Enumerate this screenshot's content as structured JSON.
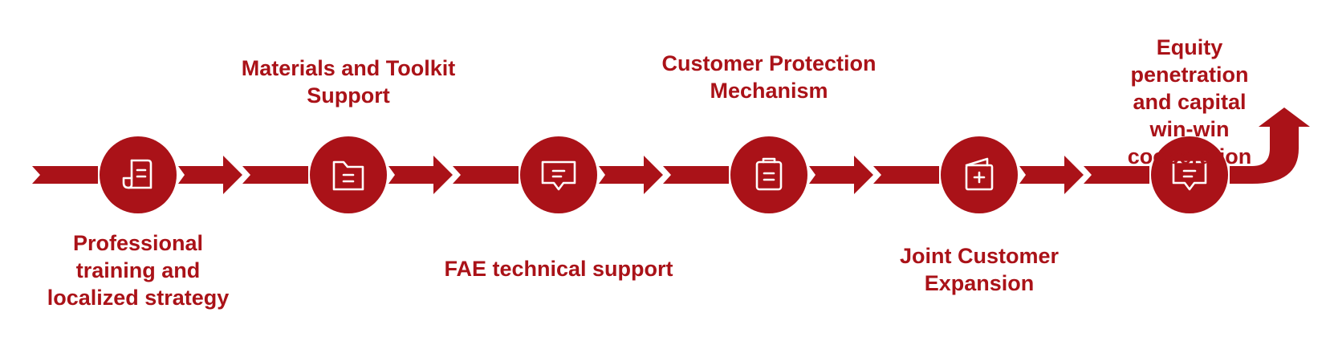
{
  "colors": {
    "primary": "#aa1218",
    "icon_stroke": "#ffffff",
    "background": "#ffffff"
  },
  "steps": [
    {
      "label": "Professional\ntraining and\nlocalized strategy",
      "label_position": "below",
      "icon": "scroll-document-icon"
    },
    {
      "label": "Materials and Toolkit\nSupport",
      "label_position": "above",
      "icon": "folder-icon"
    },
    {
      "label": "FAE technical support",
      "label_position": "below",
      "icon": "chat-bubble-icon"
    },
    {
      "label": "Customer Protection\nMechanism",
      "label_position": "above",
      "icon": "clipboard-icon"
    },
    {
      "label": "Joint Customer\nExpansion",
      "label_position": "below",
      "icon": "medical-folder-icon"
    },
    {
      "label": "Equity penetration\nand capital win-win\ncooperation",
      "label_position": "above",
      "icon": "chat-bubble-icon"
    }
  ]
}
